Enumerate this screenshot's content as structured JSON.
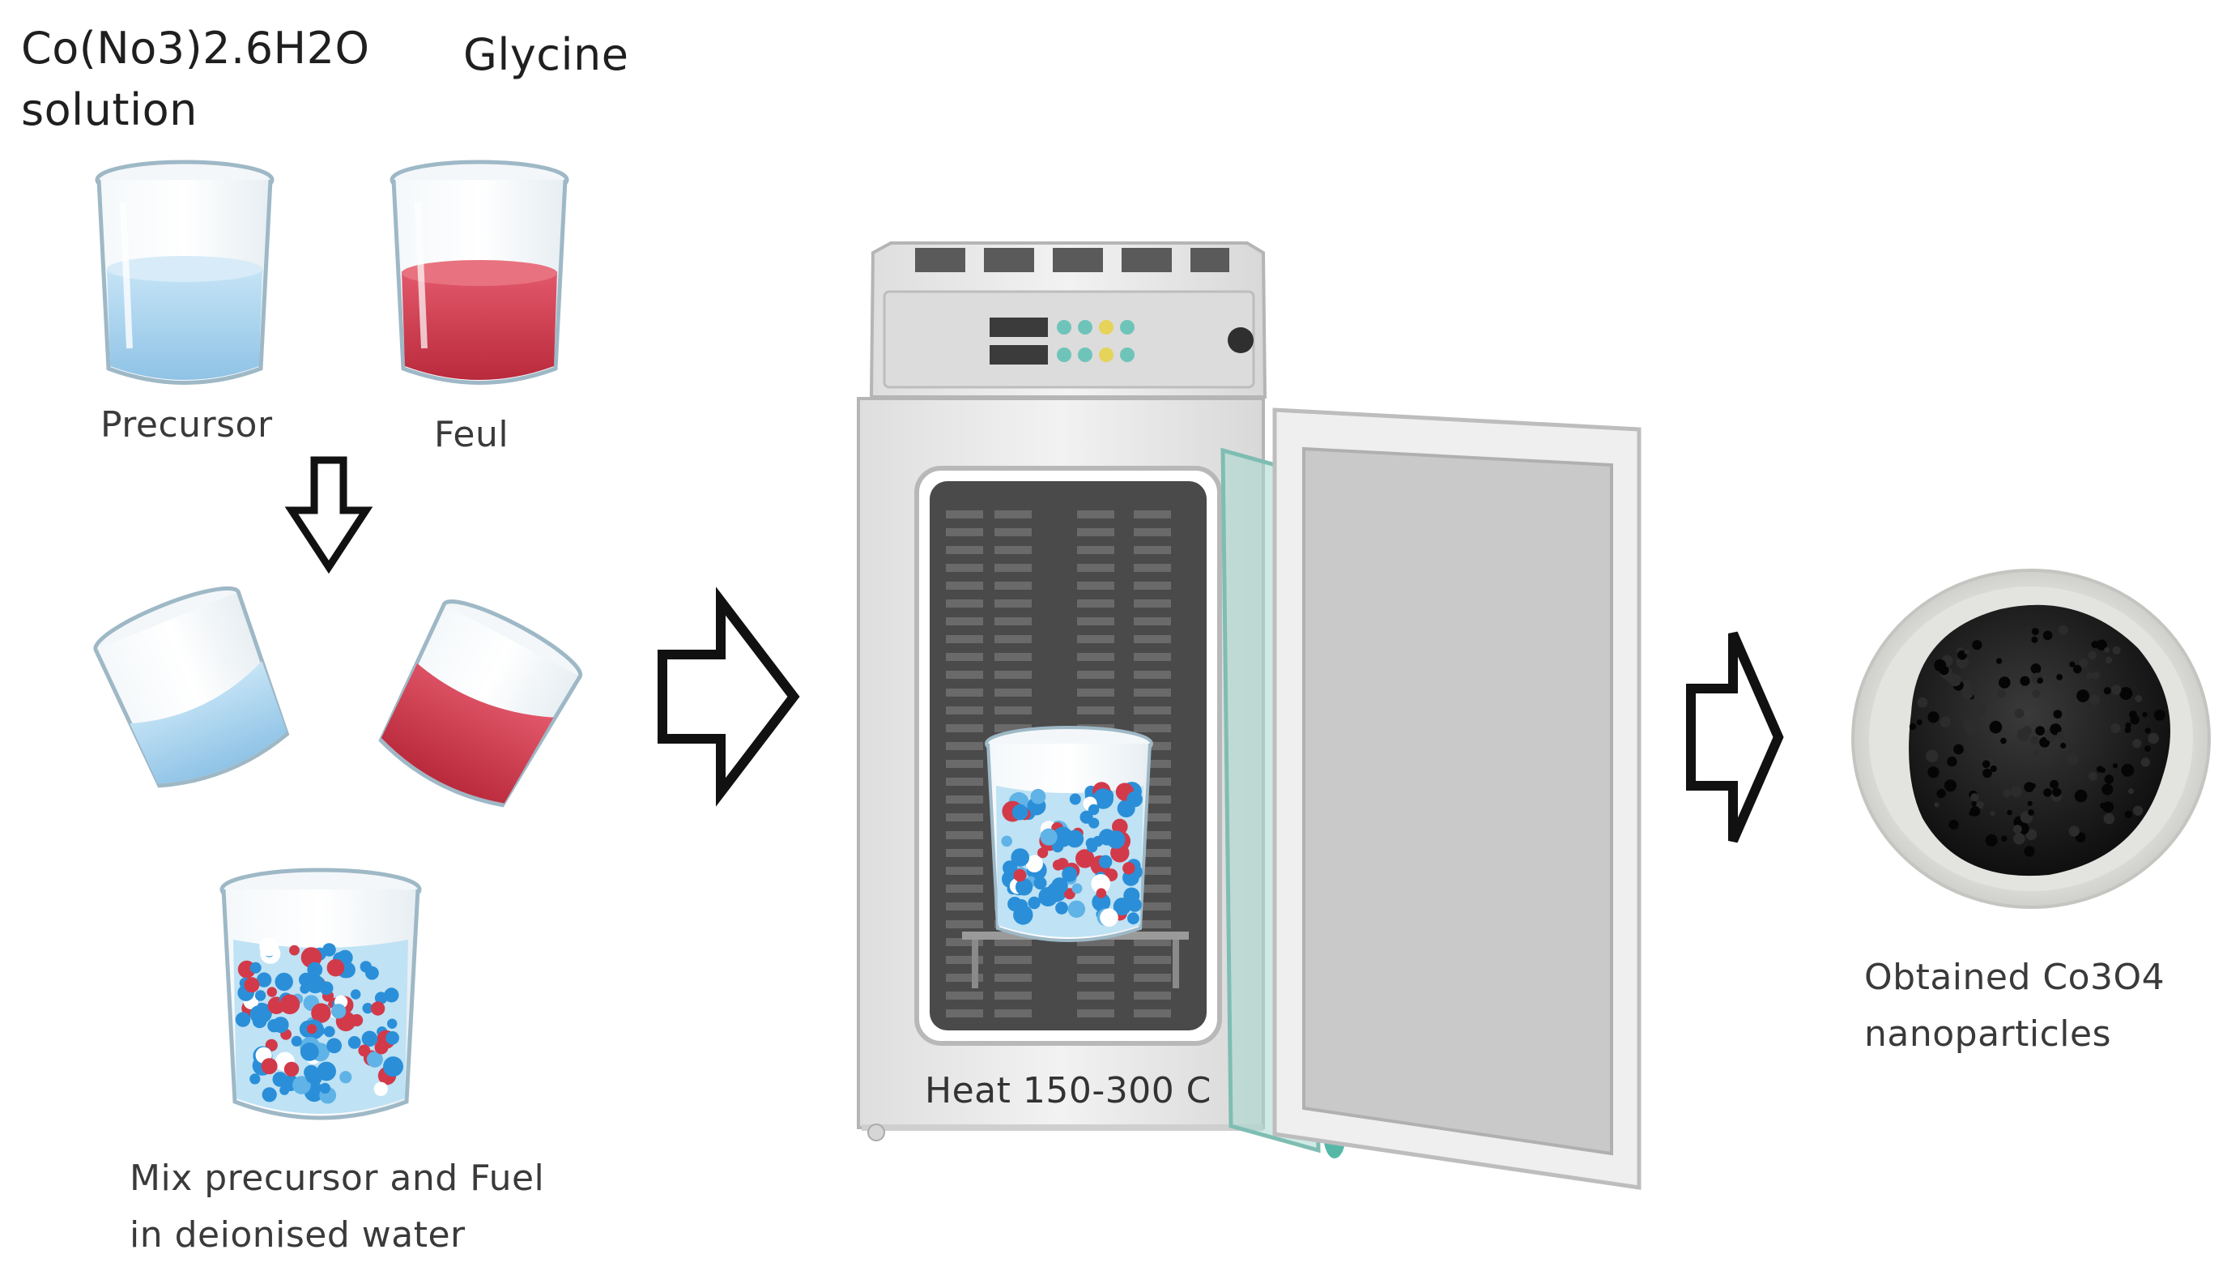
{
  "labels": {
    "precursor_chem": "Co(No3)2.6H2O\nsolution",
    "fuel_chem": "Glycine",
    "precursor": "Precursor",
    "fuel": "Feul",
    "mix_caption": "Mix precursor and Fuel\nin deionised water",
    "heat_caption": "Heat 150-300 C",
    "product_caption": "Obtained Co3O4\nnanoparticles"
  },
  "colors": {
    "precursor_liquid": "#a9d3ee",
    "fuel_liquid": "#d43c4d",
    "glass_outline": "#9eb8c6",
    "oven_body": "#ececec",
    "oven_interior": "#4a4a4a",
    "door_glass": "#a7d8cf",
    "door_panel": "#c9c9c9",
    "arrow_stroke": "#111111",
    "particles_blue": "#2a8fd8",
    "particles_red": "#d23a4a",
    "product_powder": "#1a1a1a"
  },
  "icons": [
    "beaker-icon",
    "tilted-beaker-icon",
    "mixed-beaker-icon",
    "oven-icon",
    "powder-dish-icon",
    "process-arrow-icon"
  ]
}
